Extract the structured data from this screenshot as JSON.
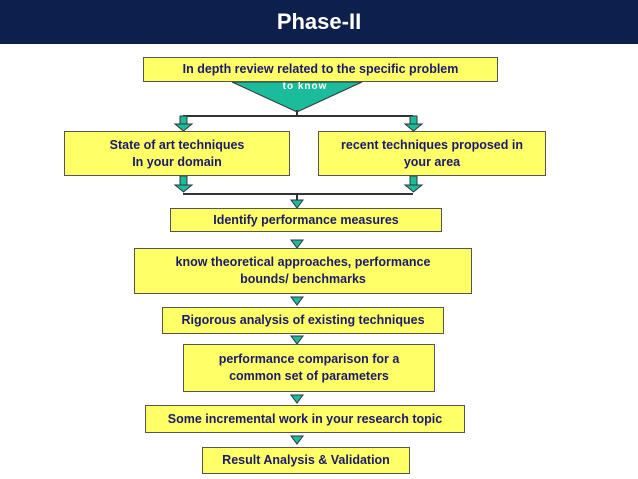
{
  "header": {
    "title": "Phase-II"
  },
  "flow": {
    "review": "In depth review related to the specific problem",
    "tag": "to know",
    "state_of_art": "State of art techniques\nIn your domain",
    "recent": "recent techniques proposed in\nyour area",
    "measures": "Identify performance measures",
    "theoretical": "know theoretical approaches, performance\nbounds/ benchmarks",
    "rigorous": "Rigorous analysis of existing techniques",
    "comparison": "performance comparison for a\ncommon set of parameters",
    "incremental": "Some incremental work in your research topic",
    "result": "Result Analysis & Validation"
  },
  "colors": {
    "header_bg": "#0d1f4d",
    "box_fill": "#ffff66",
    "box_text": "#1a1a6e",
    "arrow_fill": "#1abc9c"
  }
}
